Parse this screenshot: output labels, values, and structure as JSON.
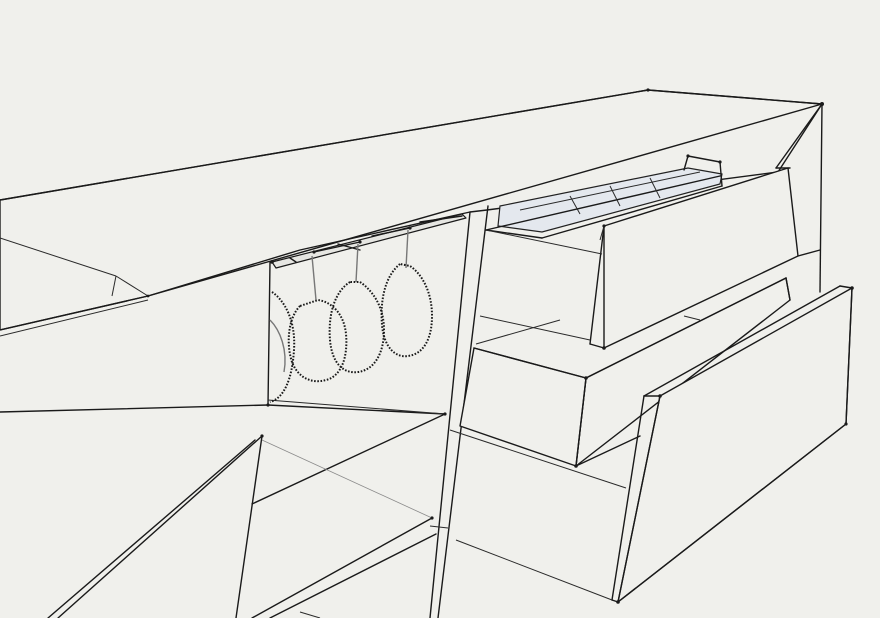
{
  "scene": {
    "colors": {
      "background": "#f0f0ec",
      "edges": "#1a1a1a",
      "hidden_edges": "#8a8a8a",
      "tray_tint": "#e4e8ee"
    },
    "objects": [
      {
        "name": "countertop"
      },
      {
        "name": "open-shelf-compartment"
      },
      {
        "name": "wine-glass",
        "count": 4
      },
      {
        "name": "glass-rack"
      },
      {
        "name": "bottle-tray"
      },
      {
        "name": "drawer",
        "count": 3
      },
      {
        "name": "cabinet-door"
      }
    ]
  }
}
